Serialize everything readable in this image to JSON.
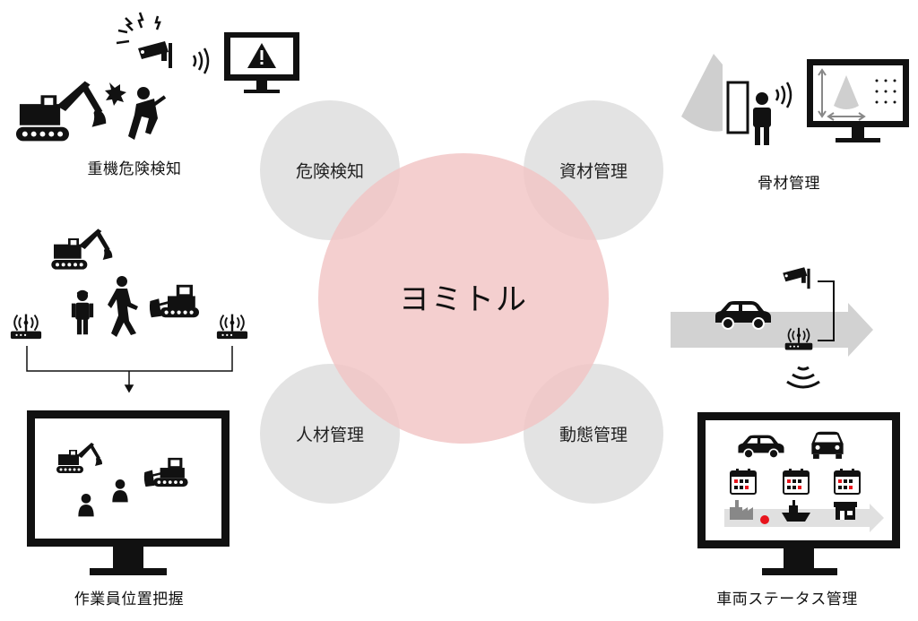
{
  "center": {
    "label": "ヨミトル",
    "color": "#f2c4c4"
  },
  "circles": {
    "danger": {
      "label": "危険検知"
    },
    "materials": {
      "label": "資材管理"
    },
    "personnel": {
      "label": "人材管理"
    },
    "movement": {
      "label": "動態管理"
    },
    "color": "#e3e3e3"
  },
  "scenes": {
    "heavy_machinery": {
      "caption": "重機危険検知"
    },
    "aggregate": {
      "caption": "骨材管理"
    },
    "worker_location": {
      "caption": "作業員位置把握"
    },
    "vehicle_status": {
      "caption": "車両ステータス管理"
    }
  },
  "icons": {
    "warning": "warning-triangle-icon",
    "camera": "security-camera-icon",
    "router": "wireless-router-icon",
    "car": "car-icon",
    "calendar": "calendar-icon",
    "factory": "factory-icon",
    "ship": "ship-icon",
    "shop": "shop-icon"
  },
  "colors": {
    "accent_red": "#e8141c",
    "arrow_gray": "#d2d2d2"
  }
}
